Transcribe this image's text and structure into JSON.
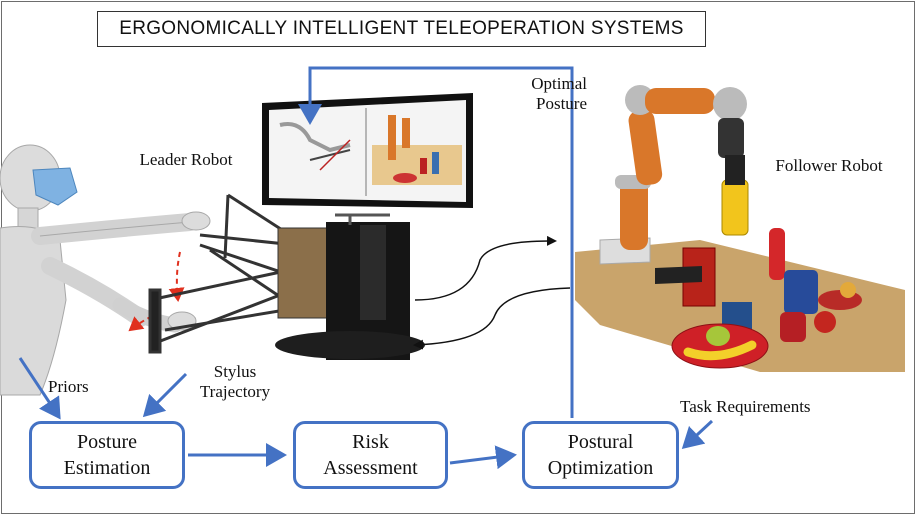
{
  "title": "ERGONOMICALLY INTELLIGENT TELEOPERATION SYSTEMS",
  "labels": {
    "leader_robot": "Leader Robot",
    "follower_robot": "Follower Robot",
    "optimal_posture_1": "Optimal",
    "optimal_posture_2": "Posture",
    "priors": "Priors",
    "stylus_1": "Stylus",
    "stylus_2": "Trajectory",
    "task_requirements": "Task Requirements"
  },
  "boxes": {
    "posture_estimation_1": "Posture",
    "posture_estimation_2": "Estimation",
    "risk_assessment_1": "Risk",
    "risk_assessment_2": "Assessment",
    "postural_optimization_1": "Postural",
    "postural_optimization_2": "Optimization"
  },
  "colors": {
    "flow_arrow": "#4472c4",
    "robot_orange": "#d9772a",
    "table": "#c9a46b"
  }
}
